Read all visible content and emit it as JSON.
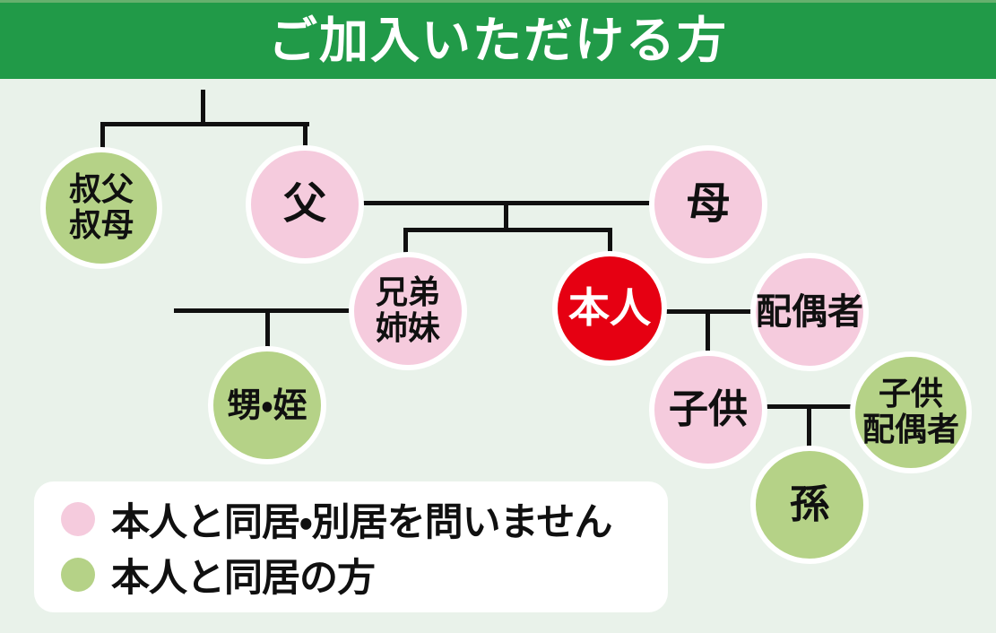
{
  "header": {
    "title": "ご加入いただける方"
  },
  "colors": {
    "header-green": "#219a48",
    "header-top": "#66b06e",
    "bg": "#e9f2ea",
    "pink": "#f5cbdd",
    "green": "#b5d287",
    "red": "#e60012",
    "line": "#101010",
    "ink": "#101010"
  },
  "nodes": {
    "uncle_aunt": "叔父\n叔母",
    "father": "父",
    "mother": "母",
    "siblings": "兄弟\n姉妹",
    "self": "本人",
    "spouse": "配偶者",
    "nephew_niece": "甥・姪",
    "child": "子供",
    "child_spouse": "子供\n配偶者",
    "grandchild": "孫"
  },
  "legend": {
    "items": [
      {
        "swatch": "pink",
        "label": "本人と同居・別居を問いません"
      },
      {
        "swatch": "green",
        "label": "本人と同居の方"
      }
    ]
  }
}
